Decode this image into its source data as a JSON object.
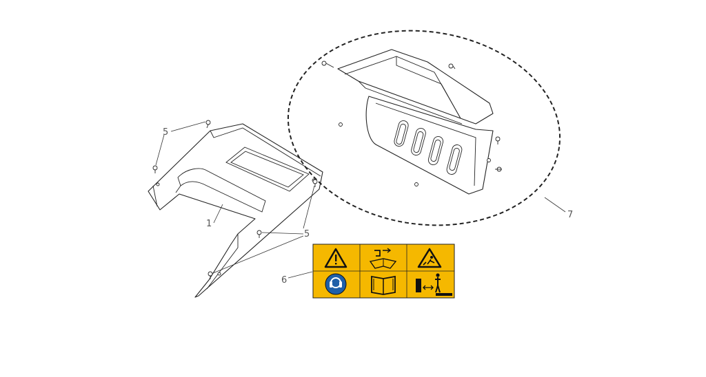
{
  "callouts": {
    "c1": "1",
    "c5a": "5",
    "c5b": "5",
    "c6": "6",
    "c7": "7"
  },
  "label": {
    "cells": [
      {
        "name": "warning-triangle-icon"
      },
      {
        "name": "read-manual-hand-icon"
      },
      {
        "name": "thrown-object-warning-icon"
      },
      {
        "name": "ear-protection-icon"
      },
      {
        "name": "manual-book-icon"
      },
      {
        "name": "keep-distance-icon"
      }
    ],
    "colors": {
      "background": "#f5b800",
      "ear_protection": "#1f5fa8"
    }
  }
}
